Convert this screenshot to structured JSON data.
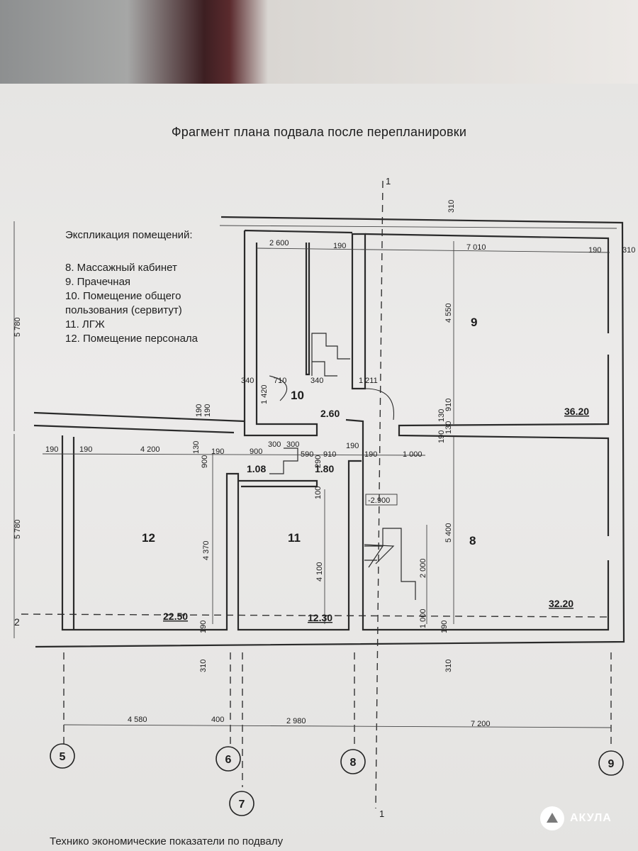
{
  "title": "Фрагмент плана подвала после перепланировки",
  "legend": {
    "heading": "Экспликация помещений:",
    "items": [
      "8. Массажный кабинет",
      "9. Прачечная",
      "10. Помещение общего",
      "пользования (сервитут)",
      "11. ЛГЖ",
      "12. Помещение персонала"
    ]
  },
  "rooms": [
    {
      "number": "9",
      "area": "36.20"
    },
    {
      "number": "8",
      "area": "32.20"
    },
    {
      "number": "12",
      "area": "22.50"
    },
    {
      "number": "11",
      "area": "12.30"
    },
    {
      "number": "10",
      "area": "2.60"
    },
    {
      "number": "",
      "area": "1.08"
    },
    {
      "number": "",
      "area": "1.80"
    }
  ],
  "level_mark": "-2.900",
  "dimensions": {
    "top_310": "310",
    "d2600": "2 600",
    "d190a": "190",
    "d7010": "7 010",
    "d190b": "190",
    "d310r": "310",
    "d5780a": "5 780",
    "d5780b": "5 780",
    "d4550": "4 550",
    "d340a": "340",
    "d710": "710",
    "d340b": "340",
    "d1211": "1 211",
    "d1420": "1 420",
    "d190c": "190",
    "d190d": "190",
    "d130a": "130",
    "d910a": "910",
    "d130b": "130",
    "d190e": "190",
    "d190f": "190",
    "d190g": "190",
    "d4200": "4 200",
    "d130c": "130",
    "d190h": "190",
    "d900a": "900",
    "d300a": "300",
    "d300b": "300",
    "d590": "590",
    "d910b": "910",
    "d190i": "190",
    "d190j": "190",
    "d1000a": "1 000",
    "d900b": "900",
    "d290": "290",
    "d100": "100",
    "d4370": "4 370",
    "d4100": "4 100",
    "d5400": "5 400",
    "d2000": "2 000",
    "d1000b": "1 000",
    "d190k": "190",
    "d190l": "190",
    "d310b": "310",
    "d310c": "310",
    "d4580": "4 580",
    "d400": "400",
    "d2980": "2 980",
    "d7200": "7 200"
  },
  "axes": {
    "a5": "5",
    "a6": "6",
    "a7": "7",
    "a8": "8",
    "a9": "9",
    "sec1_top": "1",
    "sec1_bottom": "1",
    "sec2": "2"
  },
  "footer_text": "Технико экономические показатели по подвалу",
  "brand": "АКУЛА",
  "colors": {
    "paper": "#e8e7e5",
    "ink": "#1c1c1c",
    "wall": "#2a2a2a"
  }
}
